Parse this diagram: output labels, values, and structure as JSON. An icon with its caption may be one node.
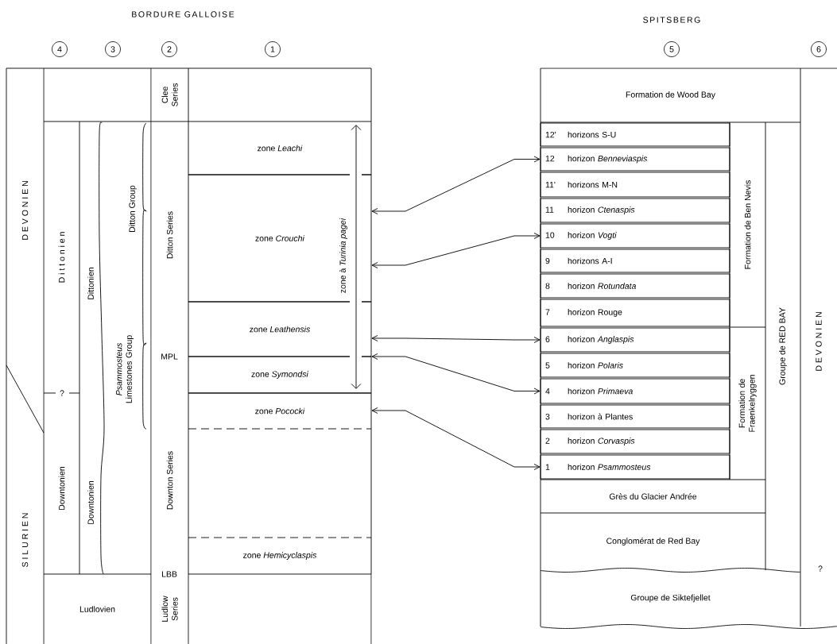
{
  "diagram": {
    "nodes": [
      {
        "text": [
          "D E V O N I E N"
        ]
      },
      {
        "text": [
          "S I L U R I E N"
        ]
      },
      {
        "text": [
          "D i t t o n i e n"
        ]
      },
      {
        "text": [
          "Downtonien"
        ]
      },
      {
        "text": [
          "Ludlovien"
        ]
      },
      {
        "text": [
          "Dittonien"
        ]
      },
      {
        "text": [
          "Downtonien"
        ]
      },
      {
        "text": [
          "Ditton Group"
        ]
      },
      {
        "text": [
          "*Psammosteus* Limestones Group"
        ]
      },
      {
        "text": [
          "Clee Series"
        ]
      },
      {
        "text": [
          "Ditton Series"
        ]
      },
      {
        "text": [
          "Downton Series"
        ]
      },
      {
        "text": [
          "Ludlow Series"
        ]
      },
      {
        "text": [
          "zone *Leachi*"
        ]
      },
      {
        "text": [
          "zone *Crouchi*"
        ]
      },
      {
        "text": [
          "zone *Leathensis*"
        ]
      },
      {
        "text": [
          "zone *Symondsi*"
        ]
      },
      {
        "text": [
          "zone *Pococki*"
        ]
      },
      {
        "text": [
          "zone *Hemicyclaspis*"
        ]
      },
      {
        "text": [
          "Formation de Wood Bay"
        ]
      },
      {
        "text": [
          "12'",
          "horizons S-U"
        ]
      },
      {
        "text": [
          "12",
          "horizon *Benneviaspis*"
        ]
      },
      {
        "text": [
          "11'",
          "horizons M-N"
        ]
      },
      {
        "text": [
          "11",
          "horizon *Ctenaspis*"
        ]
      },
      {
        "text": [
          "10",
          "horizon *Vogti*"
        ]
      },
      {
        "text": [
          "9",
          "horizons A-I"
        ]
      },
      {
        "text": [
          "8",
          "horizon *Rotundata*"
        ]
      },
      {
        "text": [
          "7",
          "horizon Rouge"
        ]
      },
      {
        "text": [
          "6",
          "horizon *Anglaspis*"
        ]
      },
      {
        "text": [
          "5",
          "horizon *Polaris*"
        ]
      },
      {
        "text": [
          "4",
          "horizon *Primaeva*"
        ]
      },
      {
        "text": [
          "3",
          "horizon à Plantes"
        ]
      },
      {
        "text": [
          "2",
          "horizon *Corvaspis*"
        ]
      },
      {
        "text": [
          "1",
          "horizon *Psammosteus*"
        ]
      },
      {
        "text": [
          "Grès du Glacier Andrée"
        ]
      },
      {
        "text": [
          "Conglomérat de Red Bay"
        ]
      },
      {
        "text": [
          "Groupe de Siktefjellet"
        ]
      },
      {
        "text": [
          "Formation de Ben Nevis"
        ]
      },
      {
        "text": [
          "Formation de Fraenkelryggen"
        ]
      },
      {
        "text": [
          "Groupe de RED BAY"
        ]
      },
      {
        "text": [
          "D E V O N I E N"
        ]
      },
      {
        "text": [
          "zone à *Turinia pagei*"
        ]
      }
    ],
    "edges": [
      {
        "from": 14,
        "to": 21,
        "arrow": "both"
      },
      {
        "from": 14,
        "to": 24,
        "arrow": "both"
      },
      {
        "from": 15,
        "to": 28,
        "arrow": "both"
      },
      {
        "from": 16,
        "to": 30,
        "arrow": "both"
      },
      {
        "from": 17,
        "to": 33,
        "arrow": "both"
      }
    ],
    "labels": [
      "BORDURE GALLOISE",
      "SPITSBERG",
      "4",
      "3",
      "2",
      "1",
      "5",
      "6",
      "MPL",
      "?",
      "LBB",
      "?"
    ]
  }
}
